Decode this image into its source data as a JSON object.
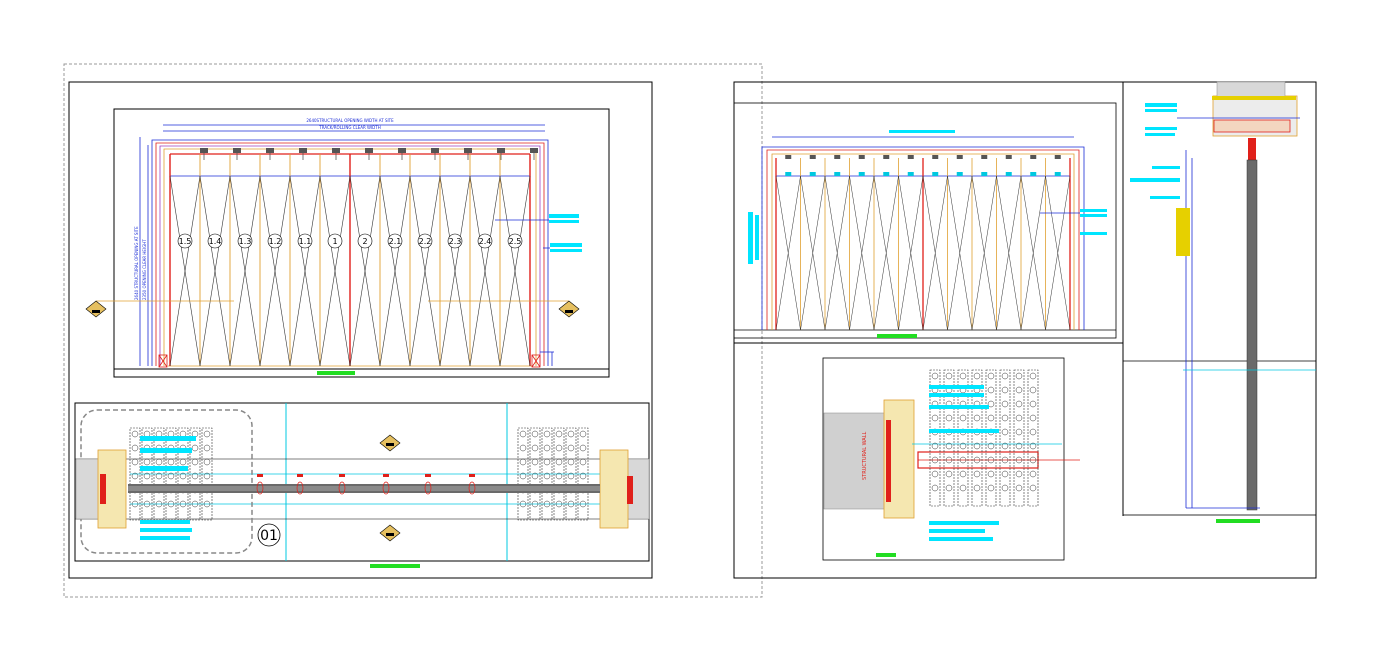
{
  "drawing": {
    "dimension_top": "2640STRUCTURAL OPENING WIDTH AT SITE",
    "dimension_top_sub": "TRACK/ROLLING CLEAR WIDTH",
    "dimension_side": "2640 STRUCTURAL OPENING AT SITE",
    "dimension_side_sub": "2350 OPENING CLEAR HEIGHT",
    "panel_numbers": [
      "1.5",
      "1.4",
      "1.3",
      "1.2",
      "1.1",
      "1",
      "2",
      "2.1",
      "2.2",
      "2.3",
      "2.4",
      "2.5"
    ],
    "plan_bubble": "01",
    "detail_text": "STRUCTURAL WALL"
  },
  "colors": {
    "frame": "#000000",
    "dimension": "#1a2bd6",
    "panel_edge": "#e0a030",
    "panel_red": "#e0201a",
    "label_cyan": "#00e5ff",
    "title_green": "#22dd22",
    "gold": "#e6d000"
  }
}
